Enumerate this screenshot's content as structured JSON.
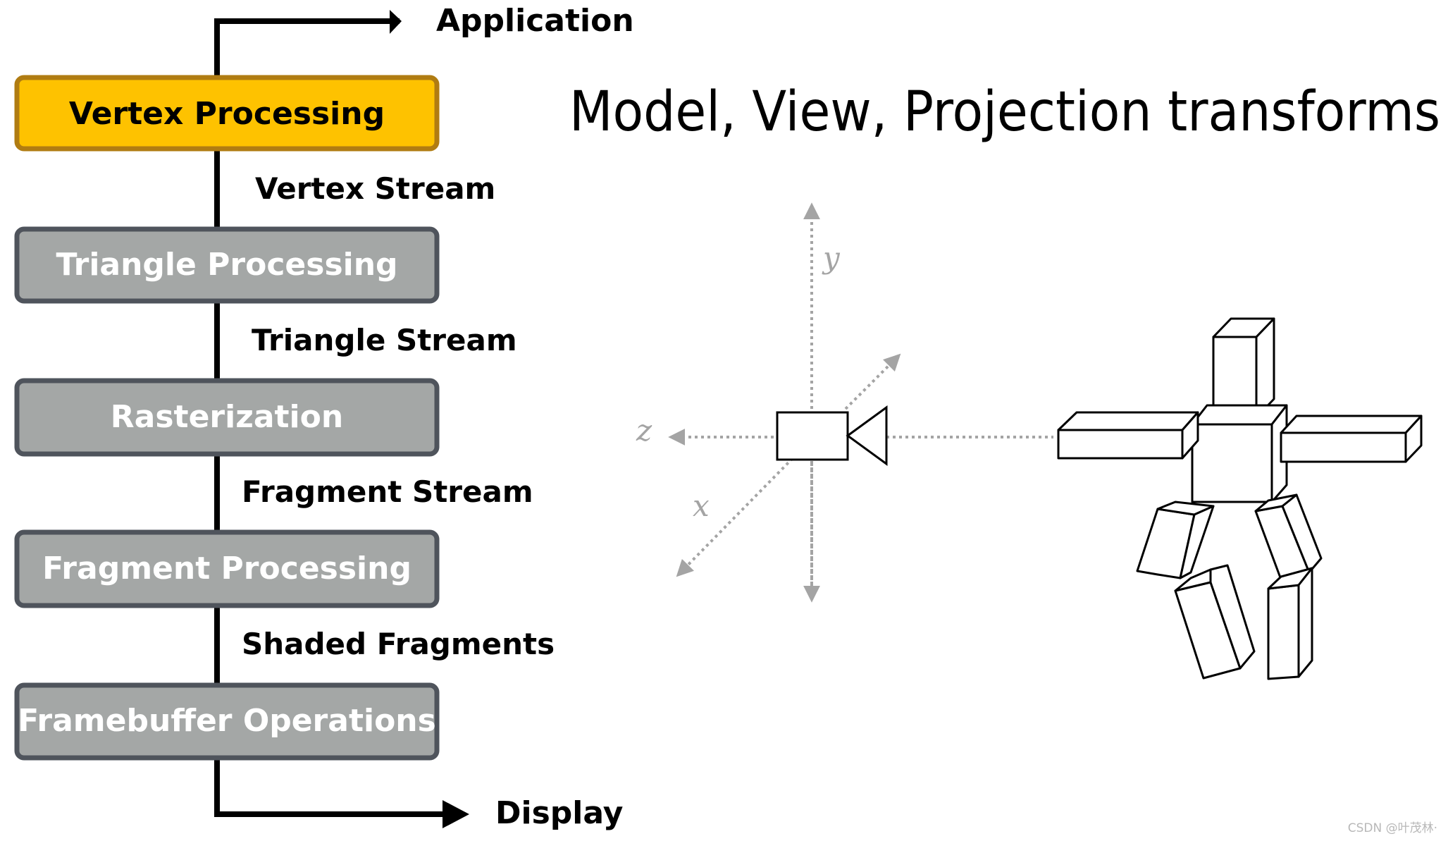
{
  "title": "Model, View, Projection transforms",
  "pipeline": {
    "input_label": "Application",
    "output_label": "Display",
    "stages": [
      {
        "label": "Vertex Processing",
        "highlighted": true
      },
      {
        "label": "Triangle Processing",
        "highlighted": false
      },
      {
        "label": "Rasterization",
        "highlighted": false
      },
      {
        "label": "Fragment Processing",
        "highlighted": false
      },
      {
        "label": "Framebuffer Operations",
        "highlighted": false
      }
    ],
    "streams": [
      "Vertex Stream",
      "Triangle Stream",
      "Fragment Stream",
      "Shaded Fragments"
    ]
  },
  "axes": {
    "y": "y",
    "z": "z",
    "x": "x"
  },
  "watermark": "CSDN @叶茂林·",
  "colors": {
    "highlight_fill": "#fec200",
    "highlight_border": "#b07c12",
    "stage_fill": "#a4a7a6",
    "stage_border": "#4f545c",
    "axis": "#a4a4a4",
    "line": "#000000"
  }
}
